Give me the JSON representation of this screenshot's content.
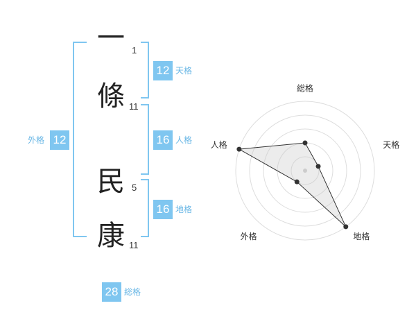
{
  "name_chars": [
    {
      "char": "一",
      "strokes": "1"
    },
    {
      "char": "條",
      "strokes": "11"
    },
    {
      "char": "民",
      "strokes": "5"
    },
    {
      "char": "康",
      "strokes": "11"
    }
  ],
  "fortunes": {
    "tenkaku": {
      "value": "12",
      "label": "天格"
    },
    "jinkaku": {
      "value": "16",
      "label": "人格"
    },
    "chikaku": {
      "value": "16",
      "label": "地格"
    },
    "gaikaku": {
      "value": "12",
      "label": "外格"
    },
    "soukaku": {
      "value": "28",
      "label": "総格"
    }
  },
  "colors": {
    "accent": "#7fc6f0",
    "accent_text": "#6cb8e6"
  },
  "chart_data": {
    "type": "radar",
    "axes": [
      "総格",
      "天格",
      "地格",
      "外格",
      "人格"
    ],
    "series": [
      {
        "values": [
          2,
          1,
          5,
          1,
          5
        ]
      }
    ],
    "range": [
      0,
      5
    ],
    "rings": 5
  }
}
